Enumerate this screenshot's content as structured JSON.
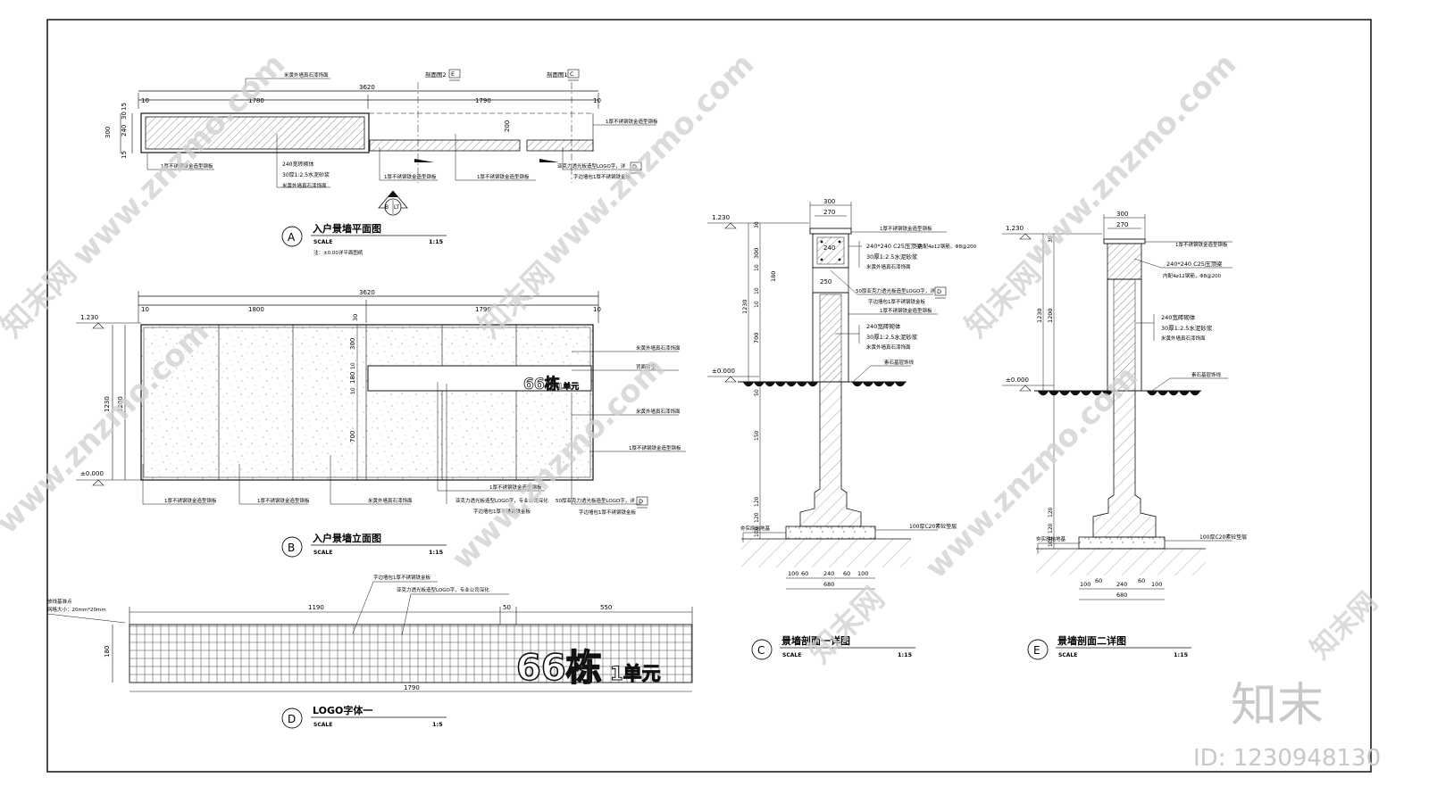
{
  "brand": {
    "logo_text": "知末",
    "id_text": "ID: 1230948130",
    "watermark": "www.znzmo.com",
    "watermark_cn": "知末网"
  },
  "colors": {
    "line": "#111111",
    "hatch": "#444444",
    "watermark": "#cfcfcf",
    "brand": "#c8c8c8"
  },
  "drawing_a": {
    "badge": "A",
    "title": "入户景墙平面图",
    "scale_label": "SCALE",
    "scale_value": "1:15",
    "note": "注：±0.00详平面图纸",
    "dims_top": [
      "10",
      "1780",
      "3620",
      "1790",
      "10"
    ],
    "dims_left": [
      "300",
      "240",
      "30",
      "15",
      "15"
    ],
    "dim_gap": "200",
    "cut_e_label": "剖面图2",
    "cut_e_ref": "E",
    "cut_c_label": "剖面图1",
    "cut_c_ref": "C",
    "marker_b": "B",
    "marker_lt": "LT",
    "callouts": [
      "米黄外墙真石漆饰面",
      "1厚不锈钢铁金造型钢板",
      "1厚不锈钢铁金造型钢板",
      "240宽砖砌体",
      "30厚1:2.5水泥砂浆",
      "米黄外墙真石漆饰面",
      "1厚不锈钢铁金造型钢板",
      "1厚不锈钢铁金造型钢板",
      "亚克力透光板造型LOGO字，详",
      "字边墙包1厚不锈钢铁金板"
    ],
    "callout_ref": "D"
  },
  "drawing_b": {
    "badge": "B",
    "title": "入户景墙立面图",
    "scale_label": "SCALE",
    "scale_value": "1:15",
    "dims_top": [
      "10",
      "1800",
      "3620",
      "30",
      "1790",
      "10"
    ],
    "level_top": "1.230",
    "level_zero": "±0.000",
    "dims_left": [
      "1230",
      "1200"
    ],
    "dims_inner": [
      "300",
      "10",
      "180",
      "10",
      "700"
    ],
    "sign_number": "66栋",
    "sign_unit": "1单元",
    "callouts_right": [
      "米黄外墙真石漆饰面",
      "背面镂空",
      "米黄外墙真石漆饰面",
      "1厚不锈钢铁金造型钢板"
    ],
    "callouts_bottom": [
      "1厚不锈钢铁金造型钢板",
      "1厚不锈钢铁金造型钢板",
      "米黄外墙真石漆饰面",
      "1厚不锈钢铁金造型钢板",
      "亚克力透光板造型LOGO字，专业公司深化",
      "字边墙包1厚不锈钢铁金板",
      "50厚亚克力透光板造型LOGO字，详",
      "字边墙包1厚不锈钢铁金板"
    ],
    "callout_ref": "D"
  },
  "drawing_c": {
    "badge": "C",
    "title": "景墙剖面一详图",
    "scale_label": "SCALE",
    "scale_value": "1:15",
    "dims_top": [
      "300",
      "270"
    ],
    "level_top": "1.230",
    "level_zero": "±0.000",
    "dims_left": [
      "30",
      "300",
      "10",
      "10",
      "180",
      "10",
      "700",
      "1230"
    ],
    "dims_below": [
      "50",
      "150",
      "120",
      "120",
      "100"
    ],
    "dims_bottom": [
      "100",
      "60",
      "240",
      "60",
      "100",
      "680"
    ],
    "callouts": [
      "1厚不锈钢铁金造型钢板",
      "240*240 C25压顶梁",
      "内配4⌀12钢筋，Φ8@200",
      "30厚1:2.5水泥砂浆",
      "米黄外墙真石漆饰面",
      "50厚亚克力透光板造型LOGO字，详",
      "字边墙包1厚不锈钢铁金板",
      "1厚不锈钢铁金造型钢板",
      "240宽砖砌体",
      "30厚1:2.5水泥砂浆",
      "米黄外墙真石漆饰面",
      "素石基层饰线",
      "100厚C20素砼垫层",
      "夯实原始地基"
    ],
    "callout_ref": "D",
    "dim_250": "250",
    "label_240": "240"
  },
  "drawing_e": {
    "badge": "E",
    "title": "景墙剖面二详图",
    "scale_label": "SCALE",
    "scale_value": "1:15",
    "dims_top": [
      "300",
      "270"
    ],
    "level_top": "1.230",
    "level_zero": "±0.000",
    "dims_left": [
      "30",
      "1200",
      "1230"
    ],
    "dims_below": [
      "120",
      "120",
      "100"
    ],
    "dims_bottom": [
      "100",
      "60",
      "240",
      "60",
      "100",
      "680"
    ],
    "callouts": [
      "1厚不锈钢铁金造型钢板",
      "240*240 C25压顶梁",
      "内配4⌀12钢筋，Φ8@200",
      "240宽砖砌体",
      "30厚1:2.5水泥砂浆",
      "米黄外墙真石漆饰面",
      "素石基层饰线",
      "100厚C20素砼垫层",
      "夯实原始地基"
    ]
  },
  "drawing_d": {
    "badge": "D",
    "title": "LOGO字体一",
    "scale_label": "SCALE",
    "scale_value": "1:5",
    "grid_note_1": "放线基准点",
    "grid_note_2": "网格大小：20mm*20mm",
    "dims_top": [
      "1190",
      "50",
      "550"
    ],
    "dim_left": "180",
    "dim_bottom": "1790",
    "callouts": [
      "字边墙包1厚不锈钢铁金板",
      "亚克力透光板造型LOGO字，专业公司深化"
    ],
    "sign_number": "66栋",
    "sign_unit": "1单元"
  }
}
